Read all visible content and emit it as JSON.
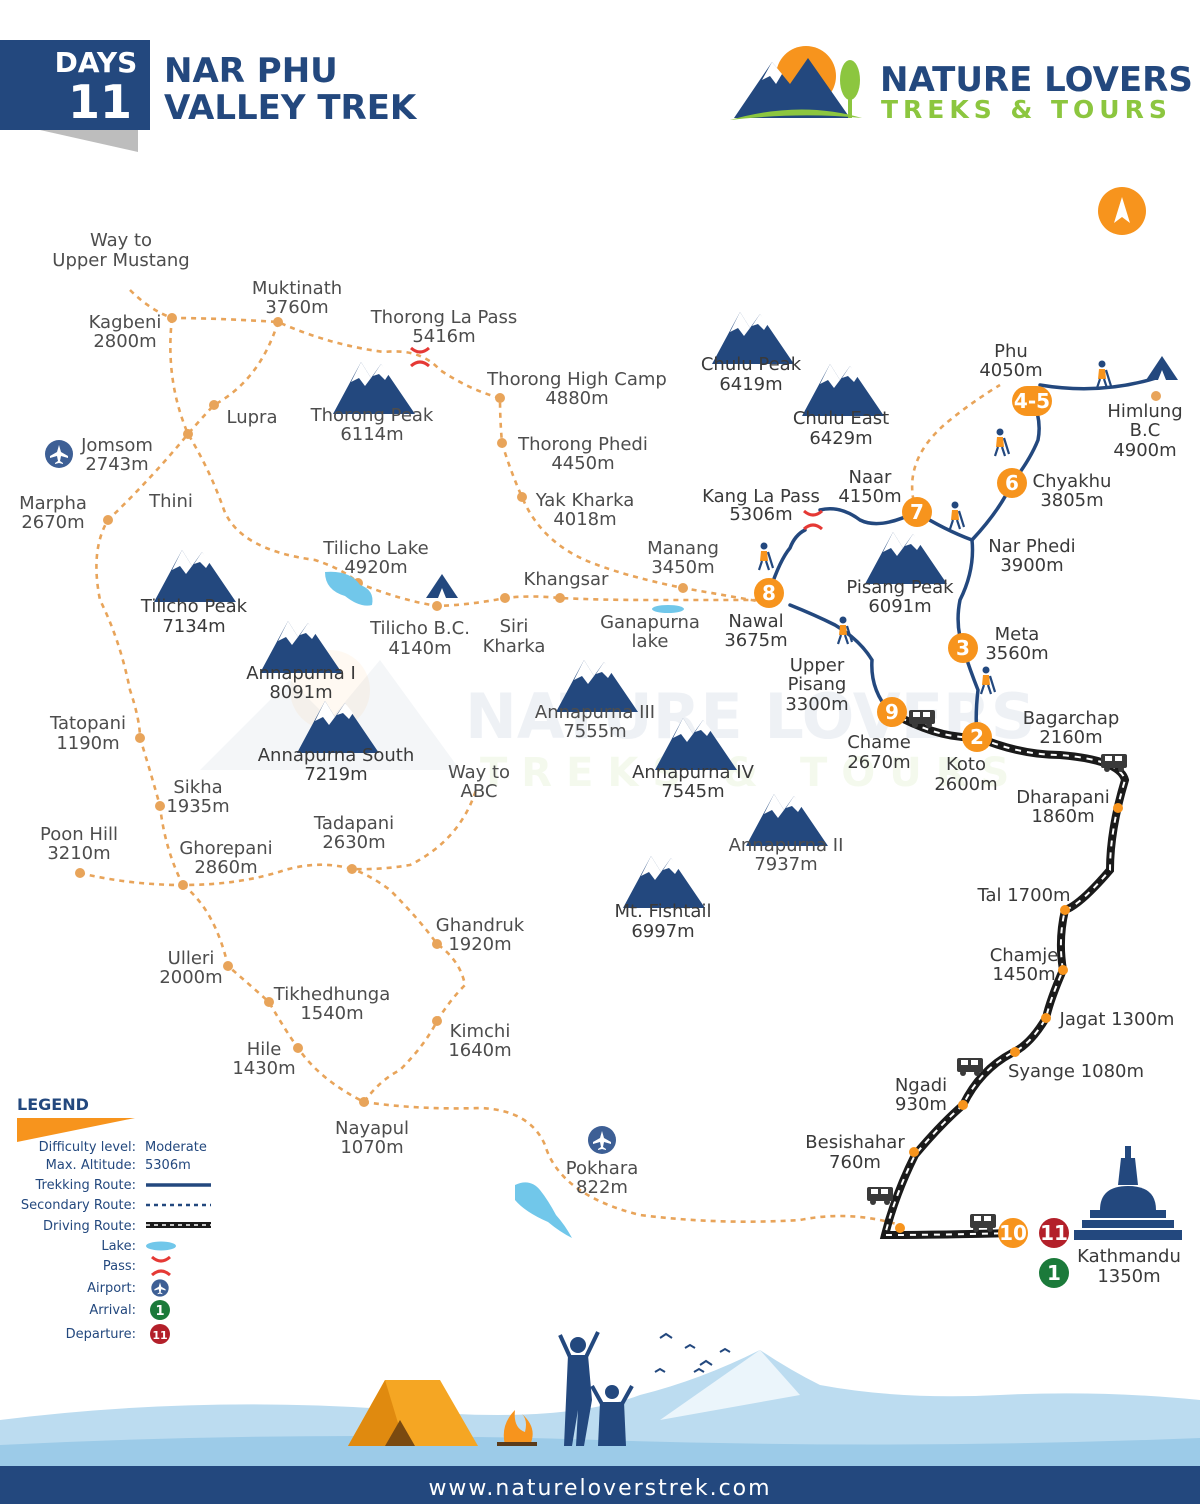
{
  "header": {
    "days_label": "DAYS",
    "days_number": "11",
    "title_line1": "NAR PHU",
    "title_line2": "VALLEY TREK"
  },
  "brand": {
    "line1": "NATURE LOVERS",
    "line2": "TREKS & TOURS",
    "watermark_line1": "NATURE LOVERS",
    "watermark_line2": "TREKS & TOURS",
    "colors": {
      "navy": "#23487e",
      "green": "#8cc63f",
      "orange": "#f7941d"
    }
  },
  "compass_icon": "north-arrow-icon",
  "places": {
    "way_upper_mustang": [
      "Way to",
      "Upper Mustang"
    ],
    "kagbeni": [
      "Kagbeni",
      "2800m"
    ],
    "muktinath": [
      "Muktinath",
      "3760m"
    ],
    "thorong_la": [
      "Thorong La Pass",
      "5416m"
    ],
    "thorong_high_camp": [
      "Thorong High Camp",
      "4880m"
    ],
    "thorong_phedi": [
      "Thorong Phedi",
      "4450m"
    ],
    "yak_kharka": [
      "Yak Kharka",
      "4018m"
    ],
    "manang": [
      "Manang",
      "3450m"
    ],
    "khangsar": [
      "Khangsar"
    ],
    "ganapurna_lake": [
      "Ganapurna",
      "lake"
    ],
    "tilicho_lake": [
      "Tilicho Lake",
      "4920m"
    ],
    "tilicho_bc": [
      "Tilicho B.C.",
      "4140m"
    ],
    "siri_kharka": [
      "Siri",
      "Kharka"
    ],
    "lupra": [
      "Lupra"
    ],
    "jomsom": [
      "Jomsom",
      "2743m"
    ],
    "thini": [
      "Thini"
    ],
    "marpha": [
      "Marpha",
      "2670m"
    ],
    "tatopani": [
      "Tatopani",
      "1190m"
    ],
    "sikha": [
      "Sikha",
      "1935m"
    ],
    "poon_hill": [
      "Poon Hill",
      "3210m"
    ],
    "ghorepani": [
      "Ghorepani",
      "2860m"
    ],
    "tadapani": [
      "Tadapani",
      "2630m"
    ],
    "way_abc": [
      "Way to",
      "ABC"
    ],
    "ghandruk": [
      "Ghandruk",
      "1920m"
    ],
    "ulleri": [
      "Ulleri",
      "2000m"
    ],
    "tikhedhunga": [
      "Tikhedhunga",
      "1540m"
    ],
    "hile": [
      "Hile",
      "1430m"
    ],
    "kimchi": [
      "Kimchi",
      "1640m"
    ],
    "nayapul": [
      "Nayapul",
      "1070m"
    ],
    "pokhara": [
      "Pokhara",
      "822m"
    ],
    "phu": [
      "Phu",
      "4050m"
    ],
    "himlung_bc": [
      "Himlung",
      "B.C",
      "4900m"
    ],
    "chyakhu": [
      "Chyakhu",
      "3805m"
    ],
    "naar": [
      "Naar",
      "4150m"
    ],
    "kang_la": [
      "Kang La Pass",
      "5306m"
    ],
    "nar_phedi": [
      "Nar Phedi",
      "3900m"
    ],
    "nawal": [
      "Nawal",
      "3675m"
    ],
    "upper_pisang": [
      "Upper",
      "Pisang",
      "3300m"
    ],
    "meta": [
      "Meta",
      "3560m"
    ],
    "chame": [
      "Chame",
      "2670m"
    ],
    "koto": [
      "Koto",
      "2600m"
    ],
    "bagarchap": [
      "Bagarchap",
      "2160m"
    ],
    "dharapani": [
      "Dharapani",
      "1860m"
    ],
    "tal": [
      "Tal 1700m"
    ],
    "chamje": [
      "Chamje",
      "1450m"
    ],
    "jagat": [
      "Jagat 1300m"
    ],
    "syange": [
      "Syange 1080m"
    ],
    "ngadi": [
      "Ngadi",
      "930m"
    ],
    "besishahar": [
      "Besishahar",
      "760m"
    ],
    "kathmandu": [
      "Kathmandu",
      "1350m"
    ]
  },
  "peaks": {
    "chulu_peak": [
      "Chulu Peak",
      "6419m"
    ],
    "chulu_east": [
      "Chulu East",
      "6429m"
    ],
    "thorong_peak": [
      "Thorong Peak",
      "6114m"
    ],
    "tilicho_peak": [
      "Tilicho Peak",
      "7134m"
    ],
    "annapurna_1": [
      "Annapurna I",
      "8091m"
    ],
    "annapurna_south": [
      "Annapurna South",
      "7219m"
    ],
    "annapurna_3": [
      "Annapurna III",
      "7555m"
    ],
    "annapurna_4": [
      "Annapurna IV",
      "7545m"
    ],
    "annapurna_2": [
      "Annapurna II",
      "7937m"
    ],
    "mt_fishtail": [
      "Mt. Fishtail",
      "6997m"
    ],
    "pisang_peak": [
      "Pisang Peak",
      "6091m"
    ]
  },
  "itinerary_steps": {
    "s1": "1",
    "s2": "2",
    "s3": "3",
    "s45": "4-5",
    "s6": "6",
    "s7": "7",
    "s8": "8",
    "s9": "9",
    "s10": "10",
    "s11": "11"
  },
  "legend": {
    "title": "LEGEND",
    "difficulty_label": "Difficulty level:",
    "difficulty_value": "Moderate",
    "altitude_label": "Max. Altitude:",
    "altitude_value": "5306m",
    "trekking_route": "Trekking Route:",
    "secondary_route": "Secondary Route:",
    "driving_route": "Driving Route:",
    "lake": "Lake:",
    "pass": "Pass:",
    "airport": "Airport:",
    "arrival": "Arrival:",
    "arrival_number": "1",
    "departure": "Departure:",
    "departure_number": "11"
  },
  "footer": {
    "url": "www.natureloverstrek.com"
  }
}
